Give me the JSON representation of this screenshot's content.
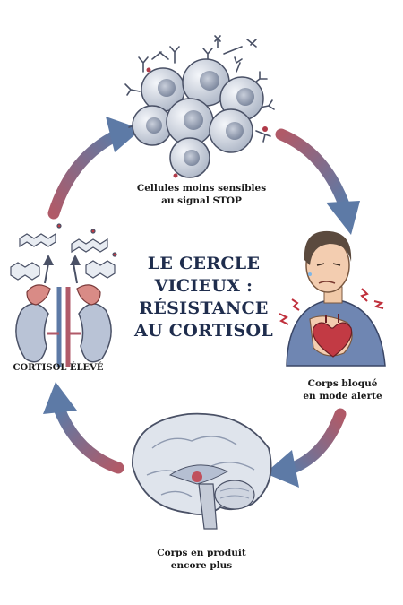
{
  "title": {
    "line1": "LE CERCLE",
    "line2": "VICIEUX :",
    "line3": "RÉSISTANCE",
    "line4": "AU CORTISOL"
  },
  "nodes": {
    "cells": {
      "line1": "Cellules moins sensibles",
      "line2": "au signal STOP"
    },
    "body": {
      "line1": "Corps bloqué",
      "line2": "en mode alerte"
    },
    "brain": {
      "line1": "Corps en produit",
      "line2": "encore plus"
    },
    "cortisol": {
      "line1": "CORTISOL ÉLEVÉ"
    }
  },
  "colors": {
    "title": "#1f2d4d",
    "arrow_red": "#b05a68",
    "arrow_blue": "#5d7aa6"
  },
  "icons": [
    "cell-cluster-icon",
    "receptor-icon",
    "stressed-man-icon",
    "heart-icon",
    "brain-icon",
    "kidney-icon",
    "molecule-icon"
  ]
}
